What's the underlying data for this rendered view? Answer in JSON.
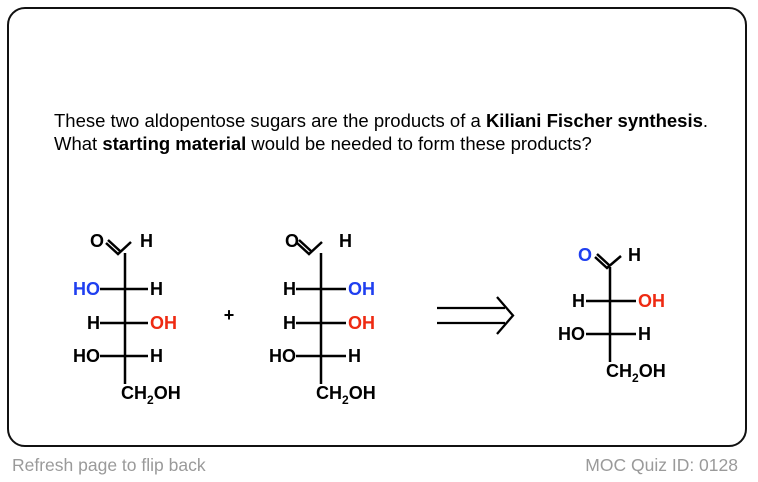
{
  "question": {
    "part1": "These two aldopentose sugars are the products of a ",
    "bold1": "Kiliani Fischer synthesis",
    "part2": ".  What ",
    "bold2": "starting material",
    "part3": " would be needed to form these products?"
  },
  "molecules": {
    "product1": {
      "o": "O",
      "h": "H",
      "r1_left": "HO",
      "r1_right": "H",
      "r2_left": "H",
      "r2_right": "OH",
      "r3_left": "HO",
      "r3_right": "H",
      "bottom_ch": "CH",
      "bottom_sub": "2",
      "bottom_oh": "OH"
    },
    "product2": {
      "o": "O",
      "h": "H",
      "r1_left": "H",
      "r1_right": "OH",
      "r2_left": "H",
      "r2_right": "OH",
      "r3_left": "HO",
      "r3_right": "H",
      "bottom_ch": "CH",
      "bottom_sub": "2",
      "bottom_oh": "OH"
    },
    "plus": "+",
    "target": {
      "o": "O",
      "h": "H",
      "r1_left": "H",
      "r1_right": "OH",
      "r2_left": "HO",
      "r2_right": "H",
      "bottom_ch": "CH",
      "bottom_sub": "2",
      "bottom_oh": "OH"
    }
  },
  "colors": {
    "blue": "#1f3ff0",
    "red": "#ee2a12",
    "black": "#000000",
    "footer": "#9a9a9a"
  },
  "footer": {
    "refresh": "Refresh page to flip back",
    "quiz_id": "MOC Quiz ID: 0128"
  }
}
